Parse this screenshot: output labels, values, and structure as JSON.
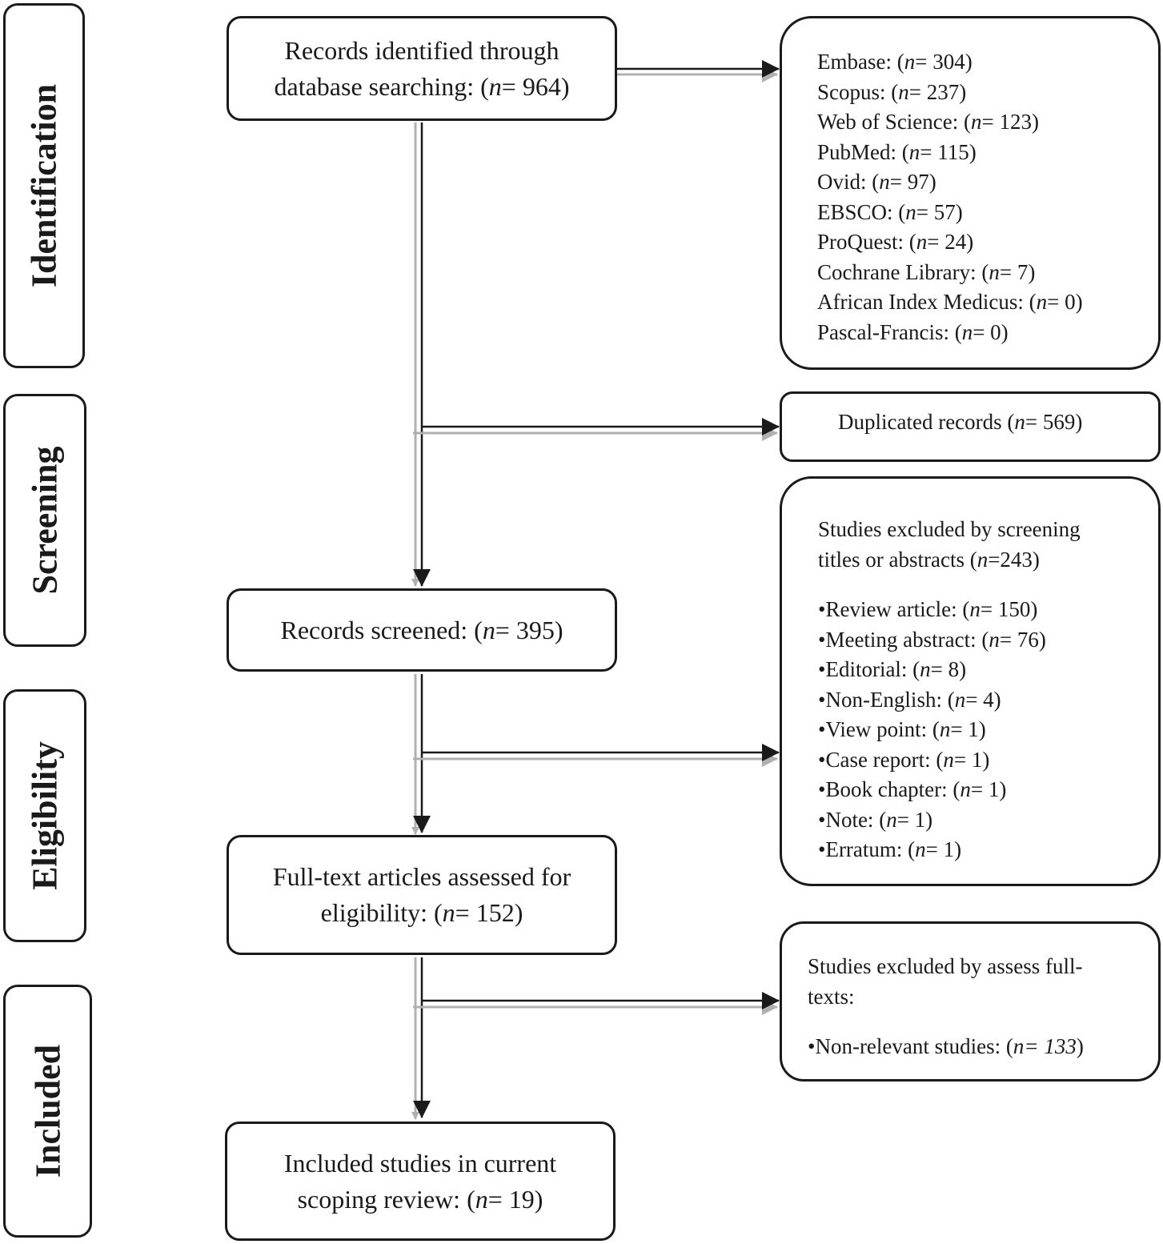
{
  "stages": [
    {
      "id": "identification",
      "label": "Identification"
    },
    {
      "id": "screening",
      "label": "Screening"
    },
    {
      "id": "eligibility",
      "label": "Eligibility"
    },
    {
      "id": "included",
      "label": "Included"
    }
  ],
  "main_boxes": {
    "identified": [
      {
        "text": "Records identified through"
      },
      {
        "text": "database searching: (",
        "n": "n",
        "after": "= 964)"
      }
    ],
    "screened": [
      {
        "text": "Records screened: (",
        "n": "n",
        "after": "= 395)"
      }
    ],
    "full_text": [
      {
        "text": "Full-text articles assessed for"
      },
      {
        "text": "eligibility: (",
        "n": "n",
        "after": "= 152)"
      }
    ],
    "included": [
      {
        "text": "Included studies in current"
      },
      {
        "text": "scoping review: (",
        "n": "n",
        "after": "= 19)"
      }
    ]
  },
  "databases": [
    {
      "text": "Embase: (",
      "n": "n",
      "after": "= 304)"
    },
    {
      "text": "Scopus: (",
      "n": "n",
      "after": "= 237)"
    },
    {
      "text": "Web of Science: (",
      "n": "n",
      "after": "= 123)"
    },
    {
      "text": "PubMed: (",
      "n": "n",
      "after": "= 115)"
    },
    {
      "text": "Ovid: (",
      "n": "n",
      "after": "= 97)"
    },
    {
      "text": "EBSCO: (",
      "n": "n",
      "after": "= 57)"
    },
    {
      "text": "ProQuest: (",
      "n": "n",
      "after": "= 24)"
    },
    {
      "text": "Cochrane Library: (",
      "n": "n",
      "after": "= 7)"
    },
    {
      "text": "African Index Medicus: (",
      "n": "n",
      "after": "= 0)"
    },
    {
      "text": "Pascal-Francis: (",
      "n": "n",
      "after": "= 0)"
    }
  ],
  "duplicates": [
    {
      "text": "Duplicated records (",
      "n": "n",
      "after": "= 569)"
    }
  ],
  "screening_exclusions": {
    "heading": [
      {
        "text": "Studies excluded by screening"
      },
      {
        "text": "titles or abstracts (",
        "n": "n",
        "after": "=243)"
      }
    ],
    "items": [
      {
        "text": "•Review article: (",
        "n": "n",
        "after": "= 150)"
      },
      {
        "text": "•Meeting abstract: (",
        "n": "n",
        "after": "= 76)"
      },
      {
        "text": "•Editorial: (",
        "n": "n",
        "after": "= 8)"
      },
      {
        "text": "•Non-English: (",
        "n": "n",
        "after": "= 4)"
      },
      {
        "text": "•View point: (",
        "n": "n",
        "after": "= 1)"
      },
      {
        "text": "•Case report: (",
        "n": "n",
        "after": "= 1)"
      },
      {
        "text": "•Book chapter: (",
        "n": "n",
        "after": "= 1)"
      },
      {
        "text": "•Note: (",
        "n": "n",
        "after": "= 1)"
      },
      {
        "text": "•Erratum: (",
        "n": "n",
        "after": "= 1)"
      }
    ]
  },
  "fulltext_exclusions": {
    "heading": [
      {
        "text": "Studies excluded by assess full-"
      },
      {
        "text": "texts:"
      }
    ],
    "items": [
      {
        "text": "•Non-relevant studies: (",
        "n": "n= 133",
        "after": ")"
      }
    ]
  },
  "colors": {
    "line": "#1a1a1a",
    "shadow": "#b0b0b0",
    "background": "#ffffff"
  }
}
